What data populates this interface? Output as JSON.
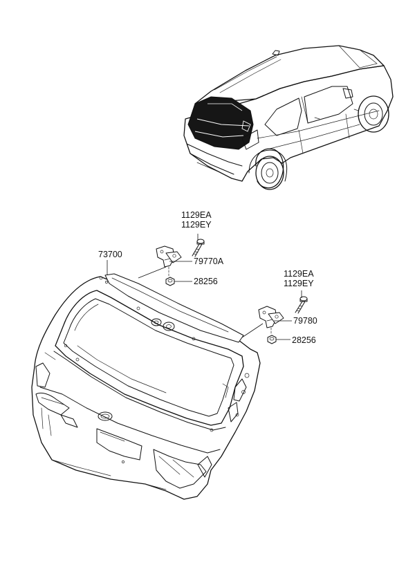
{
  "labels": {
    "tailgate": "73700",
    "bolt_left_a": "1129EA",
    "bolt_left_b": "1129EY",
    "hinge_left": "79770A",
    "nut_left": "28256",
    "bolt_right_a": "1129EA",
    "bolt_right_b": "1129EY",
    "hinge_right": "79780",
    "nut_right": "28256"
  }
}
